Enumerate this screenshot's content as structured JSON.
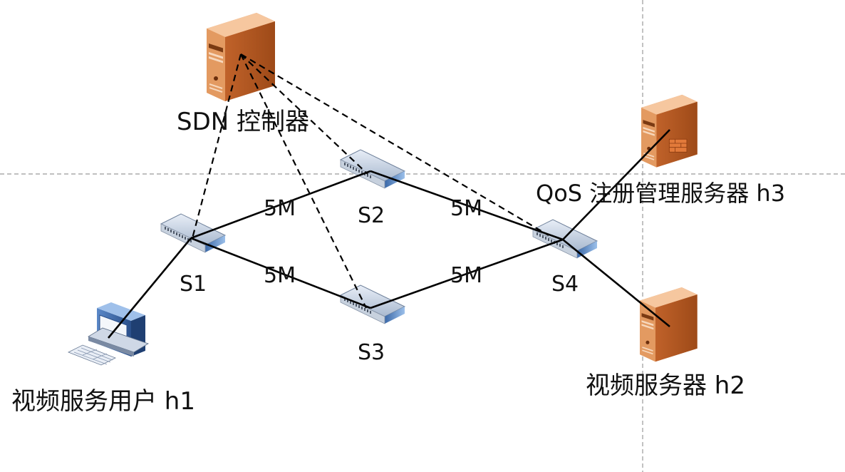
{
  "labels": {
    "controller": "SDN 控制器",
    "qos_server": "QoS 注册管理服务器 h3",
    "video_server": "视频服务器 h2",
    "video_user": "视频服务用户 h1",
    "s1": "S1",
    "s2": "S2",
    "s3": "S3",
    "s4": "S4"
  },
  "links": {
    "s1_s2": "5M",
    "s1_s3": "5M",
    "s2_s4": "5M",
    "s3_s4": "5M"
  },
  "icons": {
    "controller": "server-icon",
    "qos_server": "server-icon",
    "video_server": "server-icon",
    "video_user": "desktop-computer-icon",
    "switch": "network-switch-icon"
  },
  "colors": {
    "server_front": "#d9854a",
    "server_side": "#b85c22",
    "switch_body": "#7fa6d6",
    "line": "#000000",
    "guide": "#9a9a9a"
  }
}
